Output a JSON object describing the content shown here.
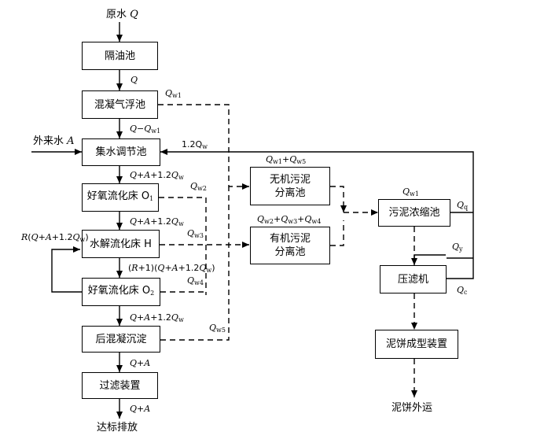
{
  "nodes": {
    "oil_separator": "隔油池",
    "coag_flotation": "混凝气浮池",
    "collection_tank": "集水调节池",
    "aerobic_bed_1": "好氧流化床 O",
    "aerobic_bed_1_sub": "1",
    "hydrolysis_bed": "水解流化床 H",
    "aerobic_bed_2": "好氧流化床 O",
    "aerobic_bed_2_sub": "2",
    "post_coag": "后混凝沉淀",
    "filter": "过滤装置",
    "inorganic_sludge_1": "无机污泥",
    "inorganic_sludge_2": "分离池",
    "organic_sludge_1": "有机污泥",
    "organic_sludge_2": "分离池",
    "sludge_thickener": "污泥浓缩池",
    "filter_press": "压滤机",
    "cake_forming": "泥饼成型装置"
  },
  "labels": {
    "raw_water_text": "原水",
    "raw_water_sym": "Q",
    "q": "Q",
    "q_minus_qw1_a": "Q",
    "q_minus_qw1_b": "−Q",
    "q_minus_qw1_sub": "w1",
    "external_water_text": "外来水",
    "external_water_sym": "A",
    "recycle_coef": "1.2Q",
    "recycle_sub": "w",
    "flow_after_tank_a": "Q",
    "flow_after_tank_b": "+",
    "flow_after_tank_c": "A",
    "flow_after_tank_d": "+1.2",
    "flow_after_tank_e": "Q",
    "flow_after_tank_sub": "w",
    "flow_after_o1_a": "Q",
    "flow_after_o1_b": "+",
    "flow_after_o1_c": "A",
    "flow_after_o1_d": "+1.2",
    "flow_after_o1_e": "Q",
    "flow_after_o1_sub": "w",
    "reflux_a": "R",
    "reflux_b": "(",
    "reflux_c": "Q",
    "reflux_d": "+",
    "reflux_e": "A",
    "reflux_f": "+1.2",
    "reflux_g": "Q",
    "reflux_sub": "w",
    "reflux_h": ")",
    "flow_after_h_a": "(",
    "flow_after_h_b": "R",
    "flow_after_h_c": "+1)(",
    "flow_after_h_d": "Q",
    "flow_after_h_e": "+",
    "flow_after_h_f": "A",
    "flow_after_h_g": "+1.2",
    "flow_after_h_h": "Q",
    "flow_after_h_sub": "w",
    "flow_after_h_i": ")",
    "flow_after_o2_a": "Q",
    "flow_after_o2_b": "+",
    "flow_after_o2_c": "A",
    "flow_after_o2_d": "+1.2",
    "flow_after_o2_e": "Q",
    "flow_after_o2_sub": "w",
    "flow_after_post_a": "Q",
    "flow_after_post_b": "+",
    "flow_after_post_c": "A",
    "flow_after_filter_a": "Q",
    "flow_after_filter_b": "+",
    "flow_after_filter_c": "A",
    "discharge": "达标排放",
    "qw1": "Q",
    "qw1_sub": "w1",
    "qw2": "Q",
    "qw2_sub": "w2",
    "qw3": "Q",
    "qw3_sub": "w3",
    "qw4": "Q",
    "qw4_sub": "w4",
    "qw5": "Q",
    "qw5_sub": "w5",
    "inorg_in_a": "Q",
    "inorg_in_a_sub": "w1",
    "inorg_in_b": "+",
    "inorg_in_c": "Q",
    "inorg_in_c_sub": "w5",
    "org_in_a": "Q",
    "org_in_a_sub": "w2",
    "org_in_b": "+",
    "org_in_c": "Q",
    "org_in_c_sub": "w3",
    "org_in_d": "+",
    "org_in_e": "Q",
    "org_in_e_sub": "w4",
    "thickener_in": "Q",
    "thickener_in_sub": "w1",
    "qq": "Q",
    "qq_sub": "q",
    "qy": "Q",
    "qy_sub": "y",
    "qc": "Q",
    "qc_sub": "c",
    "cake_out": "泥饼外运"
  }
}
